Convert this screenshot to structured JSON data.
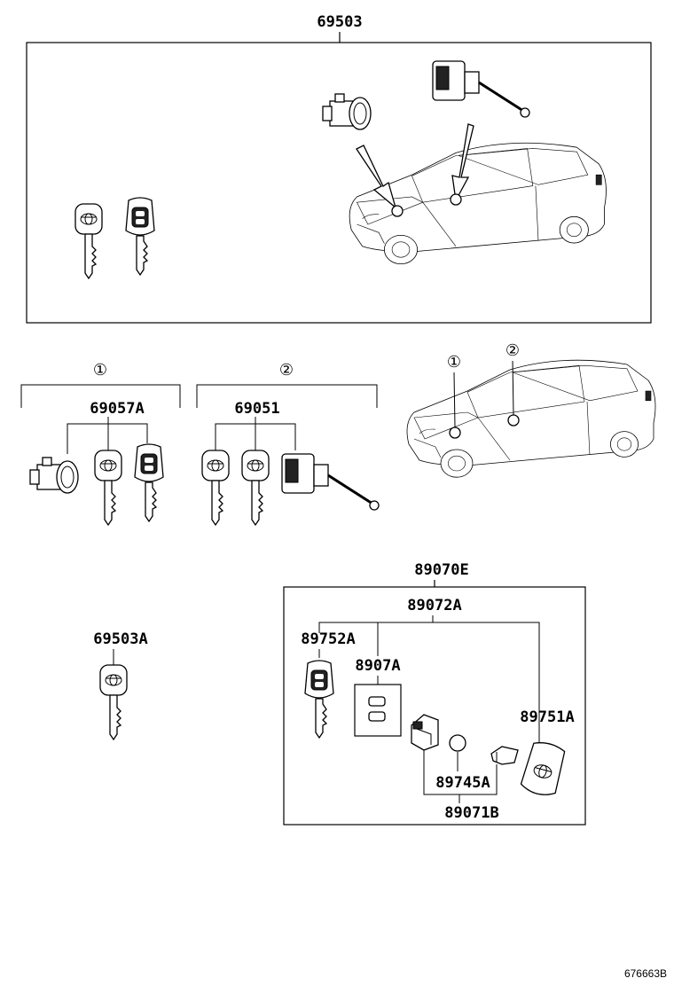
{
  "part_numbers": {
    "kit": "69503",
    "ignition_set": "69057A",
    "door_set": "69051",
    "key": "69503A",
    "transmitter_assy": "89070E",
    "transmitter_sub": "89072A",
    "key_plate": "89752A",
    "battery": "8907A",
    "case_a": "89751A",
    "case_b": "89071B",
    "clip": "89745A"
  },
  "callouts": {
    "one": "①",
    "two": "②"
  },
  "reference_code": "676663B"
}
